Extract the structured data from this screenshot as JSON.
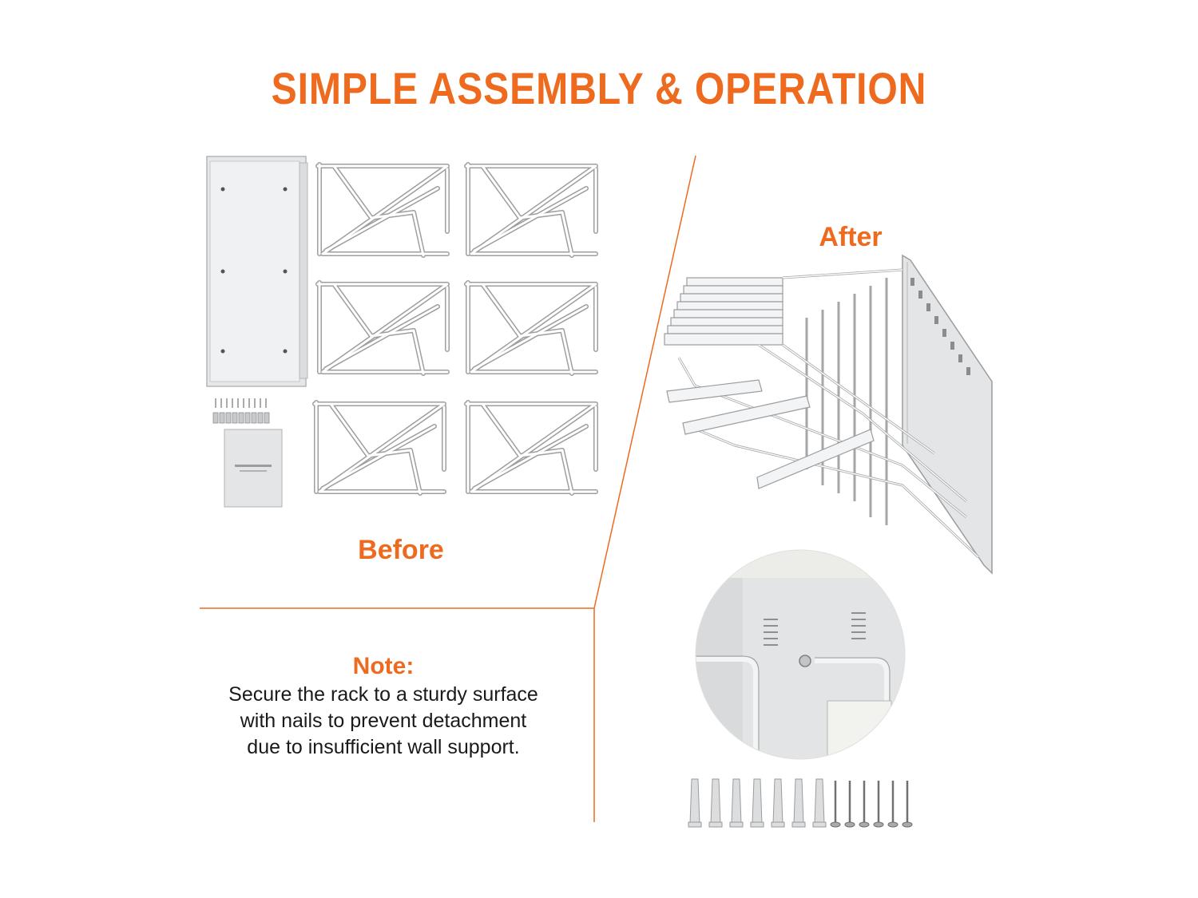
{
  "title": "SIMPLE ASSEMBLY & OPERATION",
  "labels": {
    "before": "Before",
    "after": "After"
  },
  "note": {
    "heading": "Note:",
    "body": "Secure the rack to a sturdy surface\nwith nails to prevent detachment\ndue to insufficient wall support."
  },
  "colors": {
    "accent": "#ee6a1f",
    "text": "#1a1a1a",
    "metal": "#e9eaeb",
    "outline": "#9a9c9e"
  },
  "before_parts": {
    "wall_panel": 1,
    "brackets": 6,
    "manual": 1
  },
  "hardware": {
    "anchors": 7,
    "screws": 6
  }
}
